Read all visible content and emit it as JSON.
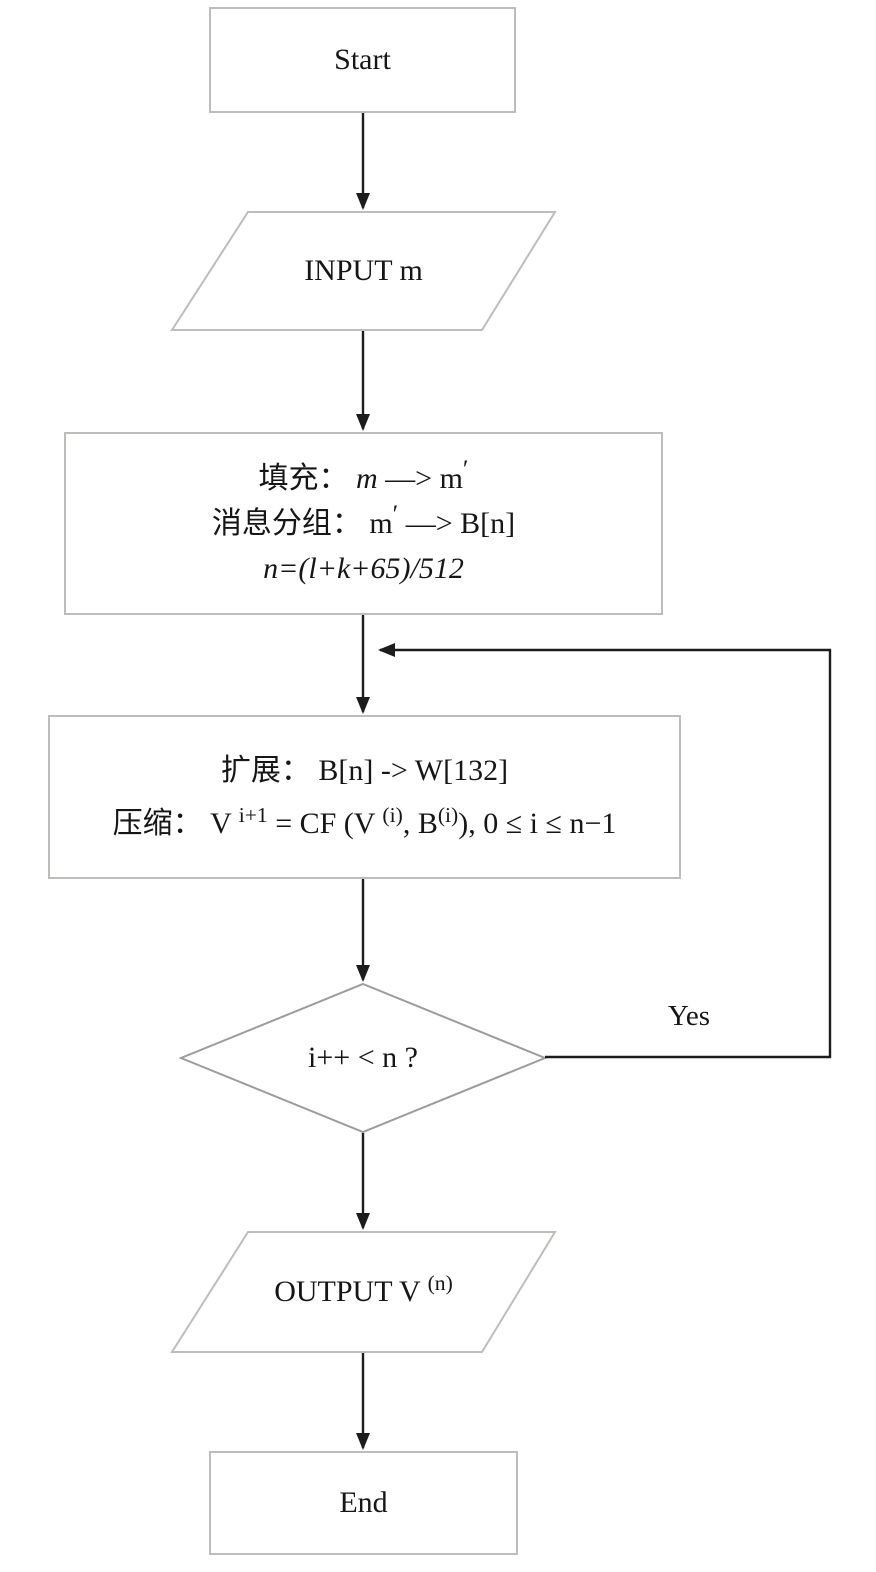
{
  "nodes": {
    "start": {
      "label": "Start"
    },
    "input": {
      "label": "INPUT m"
    },
    "padding": {
      "line1": {
        "label": "填充： ",
        "var_m": "m",
        "arrow_m": " —> m",
        "prime": "′"
      },
      "line2": {
        "label": "消息分组： m",
        "prime": "′",
        "arrow_b": " —> B[n]"
      },
      "line3": {
        "formula": "n=(l+k+65)/512"
      }
    },
    "iterate": {
      "line1": {
        "formula": "扩展： B[n] -> W[132]"
      },
      "line2": {
        "p1": "压缩： V ",
        "sup1": "i+1",
        "p2": " = CF (V ",
        "sup2": "(i)",
        "p3": ", B",
        "sup3": "(i)",
        "p4": "), 0 ≤ i ≤ n−1"
      }
    },
    "decision": {
      "label": "i++ < n ?"
    },
    "yes_branch": {
      "label": "Yes"
    },
    "output": {
      "p1": "OUTPUT V ",
      "sup": "(n)"
    },
    "end": {
      "label": "End"
    }
  },
  "colors": {
    "shape_border": "#bdbdb9",
    "diamond_border": "#9c9c9c",
    "arrow": "#1c1c1c",
    "background": "#ffffff"
  }
}
